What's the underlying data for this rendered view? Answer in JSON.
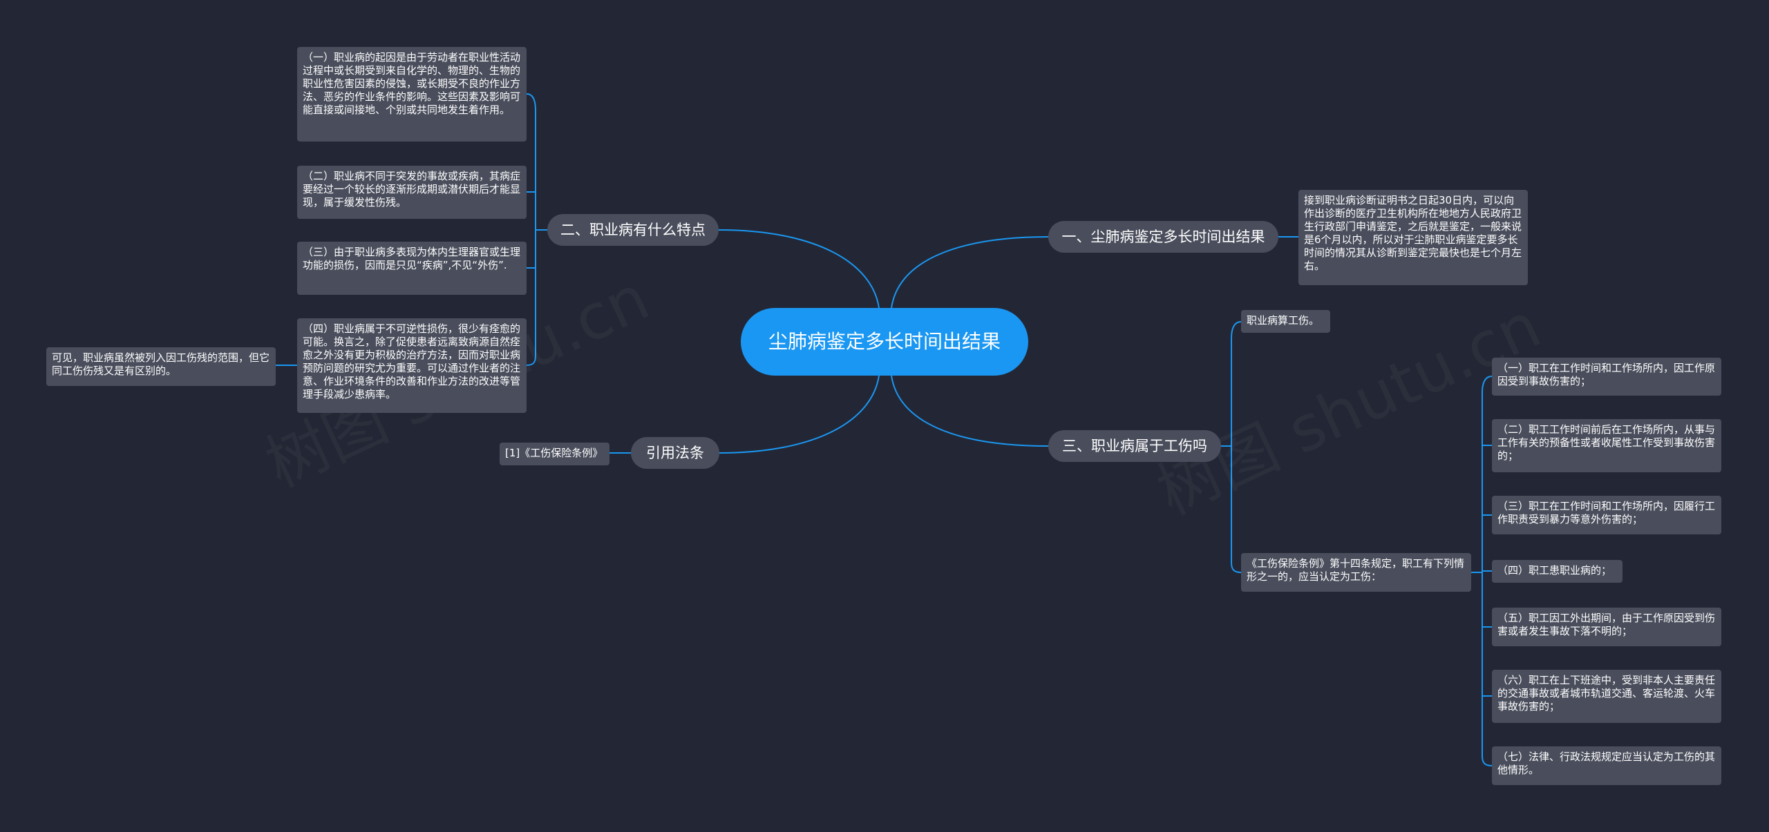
{
  "root": {
    "text": "尘肺病鉴定多长时间出结果"
  },
  "branches": {
    "b1": "一、尘肺病鉴定多长时间出结果",
    "b2": "二、职业病有什么特点",
    "b3": "三、职业病属于工伤吗",
    "b4": "引用法条"
  },
  "leaves": {
    "b1_1": "接到职业病诊断证明书之日起30日内，可以向作出诊断的医疗卫生机构所在地地方人民政府卫生行政部门申请鉴定，之后就是鉴定，一般来说是6个月以内，所以对于尘肺职业病鉴定要多长时间的情况其从诊断到鉴定完最快也是七个月左右。",
    "b2_1": "（一）职业病的起因是由于劳动者在职业性活动过程中或长期受到来自化学的、物理的、生物的职业性危害因素的侵蚀，或长期受不良的作业方法、恶劣的作业条件的影响。这些因素及影响可能直接或间接地、个别或共同地发生着作用。",
    "b2_2": "（二）职业病不同于突发的事故或疾病，其病症要经过一个较长的逐渐形成期或潜伏期后才能显现，属于缓发性伤残。",
    "b2_3": "（三）由于职业病多表现为体内生理器官或生理功能的损伤，因而是只见“疾病”,不见“外伤”.",
    "b2_4": "（四）职业病属于不可逆性损伤，很少有痊愈的可能。换言之，除了促使患者远离致病源自然痊愈之外没有更为积极的治疗方法，因而对职业病预防问题的研究尤为重要。可以通过作业者的注意、作业环境条件的改善和作业方法的改进等管理手段减少患病率。",
    "b2_4_1": "可见，职业病虽然被列入因工伤残的范围，但它同工伤伤残又是有区别的。",
    "b3_1": "职业病算工伤。",
    "b3_2": "《工伤保险条例》第十四条规定，职工有下列情形之一的，应当认定为工伤：",
    "b3_2_1": "（一）职工在工作时间和工作场所内，因工作原因受到事故伤害的；",
    "b3_2_2": "（二）职工工作时间前后在工作场所内，从事与工作有关的预备性或者收尾性工作受到事故伤害的；",
    "b3_2_3": "（三）职工在工作时间和工作场所内，因履行工作职责受到暴力等意外伤害的；",
    "b3_2_4": "（四）职工患职业病的；",
    "b3_2_5": "（五）职工因工外出期间，由于工作原因受到伤害或者发生事故下落不明的；",
    "b3_2_6": "（六）职工在上下班途中，受到非本人主要责任的交通事故或者城市轨道交通、客运轮渡、火车事故伤害的；",
    "b3_2_7": "（七）法律、行政法规规定应当认定为工伤的其他情形。",
    "b4_1": "[1]《工伤保险条例》"
  },
  "watermark": [
    "树图 shutu.cn",
    "树图 shutu.cn"
  ],
  "colors": {
    "background": "#232735",
    "root": "#1a97f2",
    "node": "#4a4e5c",
    "line": "#1a97f2"
  }
}
